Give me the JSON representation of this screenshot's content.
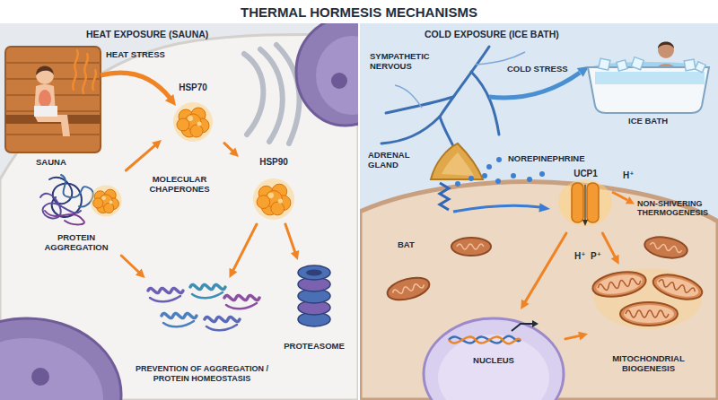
{
  "diagram": {
    "title": "THERMAL HORMESIS MECHANISMS",
    "nodes": [
      {
        "text": [
          "HEAT EXPOSURE (SAUNA)"
        ]
      },
      {
        "text": [
          "HSP70"
        ],
        "in": 0
      },
      {
        "text": [
          "PROTEIN AGGREGATION"
        ],
        "in": 0
      },
      {
        "text": [
          "HSP90"
        ],
        "in": 0
      },
      {
        "text": [
          "PREVENTION OF AGGREGATION / PROTEIN HOMEOSTASIS"
        ],
        "in": 0
      },
      {
        "text": [
          "PROTEASOME"
        ],
        "in": 0
      },
      {
        "text": [
          "COLD EXPOSURE (ICE BATH)"
        ]
      },
      {
        "text": [
          "UCP1"
        ],
        "in": 6
      },
      {
        "text": [
          "NUCLEUS"
        ],
        "in": 6
      },
      {
        "text": [
          "MITOCHONDRIAL BIOGENESIS"
        ],
        "in": 6
      }
    ],
    "edges": [
      {
        "from": 2,
        "to": 1,
        "arrow": "to"
      },
      {
        "from": 1,
        "to": 3,
        "arrow": "to"
      },
      {
        "from": 3,
        "to": 4,
        "arrow": "to"
      },
      {
        "from": 3,
        "to": 5,
        "arrow": "to"
      },
      {
        "from": 2,
        "to": 4,
        "arrow": "to"
      },
      {
        "from": 7,
        "to": 8,
        "arrow": "to"
      },
      {
        "from": 7,
        "to": 9,
        "arrow": "to"
      },
      {
        "from": 8,
        "to": 9,
        "arrow": "to"
      }
    ],
    "labels": [
      "HEAT STRESS",
      "SAUNA",
      "MOLECULAR CHAPERONES",
      "SYMPATHETIC NERVOUS",
      "COLD STRESS",
      "ICE BATH",
      "ADRENAL GLAND",
      "NOREPINEPHRINE",
      "H⁺",
      "NON-SHIVERING THERMOGENESIS",
      "BAT",
      "H⁺",
      "P⁺"
    ]
  }
}
